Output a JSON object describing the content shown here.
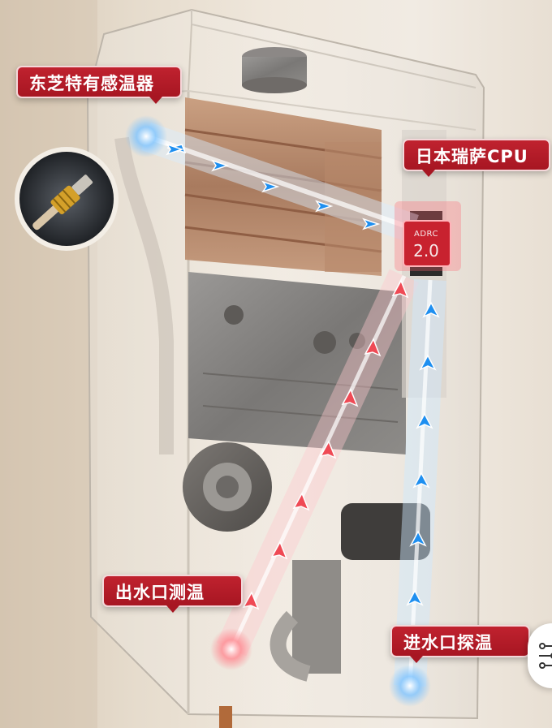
{
  "callouts": {
    "temp_sensor": "东芝特有感温器",
    "cpu": "日本瑞萨CPU",
    "outlet_temp": "出水口测温",
    "inlet_temp": "进水口探温"
  },
  "chip": {
    "model": "ADRC",
    "version": "2.0"
  },
  "colors": {
    "callout_red": "#b41c28",
    "flow_blue": "#1e8ff0",
    "flow_red": "#ef4a55",
    "copper": "#b98a6a"
  },
  "icons": {
    "side_control": "settings-sliders-icon"
  }
}
